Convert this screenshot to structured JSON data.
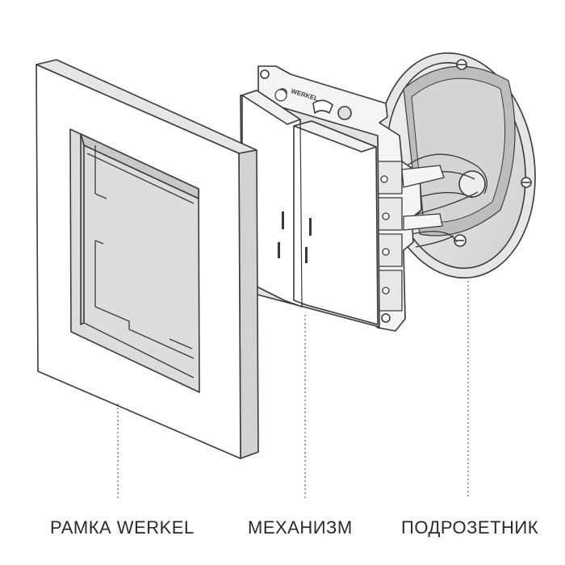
{
  "brand_mark": "WERKEL",
  "labels": {
    "frame": "РАМКА WERKEL",
    "mechanism": "МЕХАНИЗМ",
    "box": "ПОДРОЗЕТНИК"
  },
  "colors": {
    "outline": "#3a3a3a",
    "fill": "#ffffff",
    "shade": "#d9d9d9",
    "dark_shade": "#9a9a9a",
    "leader": "#777777",
    "text": "#2a2a2a"
  }
}
